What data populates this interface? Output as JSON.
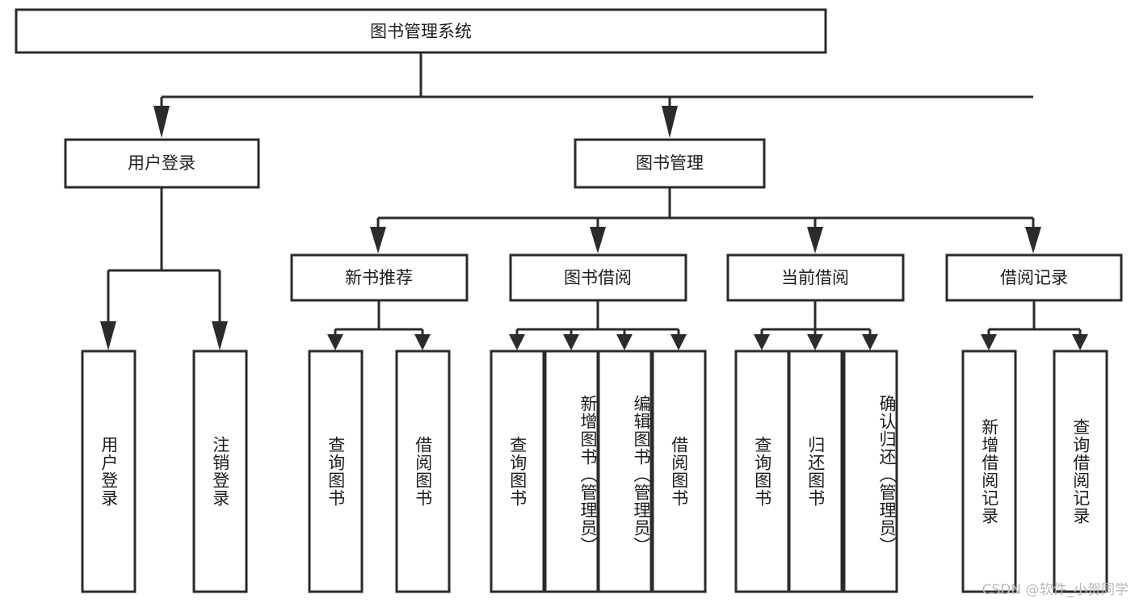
{
  "diagram": {
    "type": "tree-hierarchy",
    "title": "图书管理系统",
    "watermark": "CSDN @软件_小贺同学",
    "colors": {
      "box_stroke": "#2b2b2b",
      "box_fill": "#ffffff",
      "text": "#1d1d1d",
      "background": "#ffffff",
      "watermark": "#b9b9b9"
    },
    "root": {
      "label": "图书管理系统"
    },
    "level2": [
      {
        "id": "user-login",
        "label": "用户登录"
      },
      {
        "id": "book-manage",
        "label": "图书管理"
      }
    ],
    "level3": [
      {
        "id": "new-book-recommend",
        "label": "新书推荐",
        "parent": "book-manage"
      },
      {
        "id": "book-borrow",
        "label": "图书借阅",
        "parent": "book-manage"
      },
      {
        "id": "current-borrow",
        "label": "当前借阅",
        "parent": "book-manage"
      },
      {
        "id": "borrow-record",
        "label": "借阅记录",
        "parent": "book-manage"
      }
    ],
    "leaves": [
      {
        "id": "leaf-user-login",
        "label": "用户登录",
        "parent": "user-login"
      },
      {
        "id": "leaf-logout",
        "label": "注销登录",
        "parent": "user-login"
      },
      {
        "id": "leaf-query-book-1",
        "label": "查询图书",
        "parent": "new-book-recommend"
      },
      {
        "id": "leaf-borrow-book-1",
        "label": "借阅图书",
        "parent": "new-book-recommend"
      },
      {
        "id": "leaf-query-book-2",
        "label": "查询图书",
        "parent": "book-borrow"
      },
      {
        "id": "leaf-add-book",
        "label": "新增图书（管理员）",
        "parent": "book-borrow"
      },
      {
        "id": "leaf-edit-book",
        "label": "编辑图书（管理员）",
        "parent": "book-borrow"
      },
      {
        "id": "leaf-borrow-book-2",
        "label": "借阅图书",
        "parent": "book-borrow"
      },
      {
        "id": "leaf-query-book-3",
        "label": "查询图书",
        "parent": "current-borrow"
      },
      {
        "id": "leaf-return-book",
        "label": "归还图书",
        "parent": "current-borrow"
      },
      {
        "id": "leaf-confirm-return",
        "label": "确认归还（管理员）",
        "parent": "current-borrow"
      },
      {
        "id": "leaf-add-record",
        "label": "新增借阅记录",
        "parent": "borrow-record"
      },
      {
        "id": "leaf-query-record",
        "label": "查询借阅记录",
        "parent": "borrow-record"
      }
    ]
  }
}
